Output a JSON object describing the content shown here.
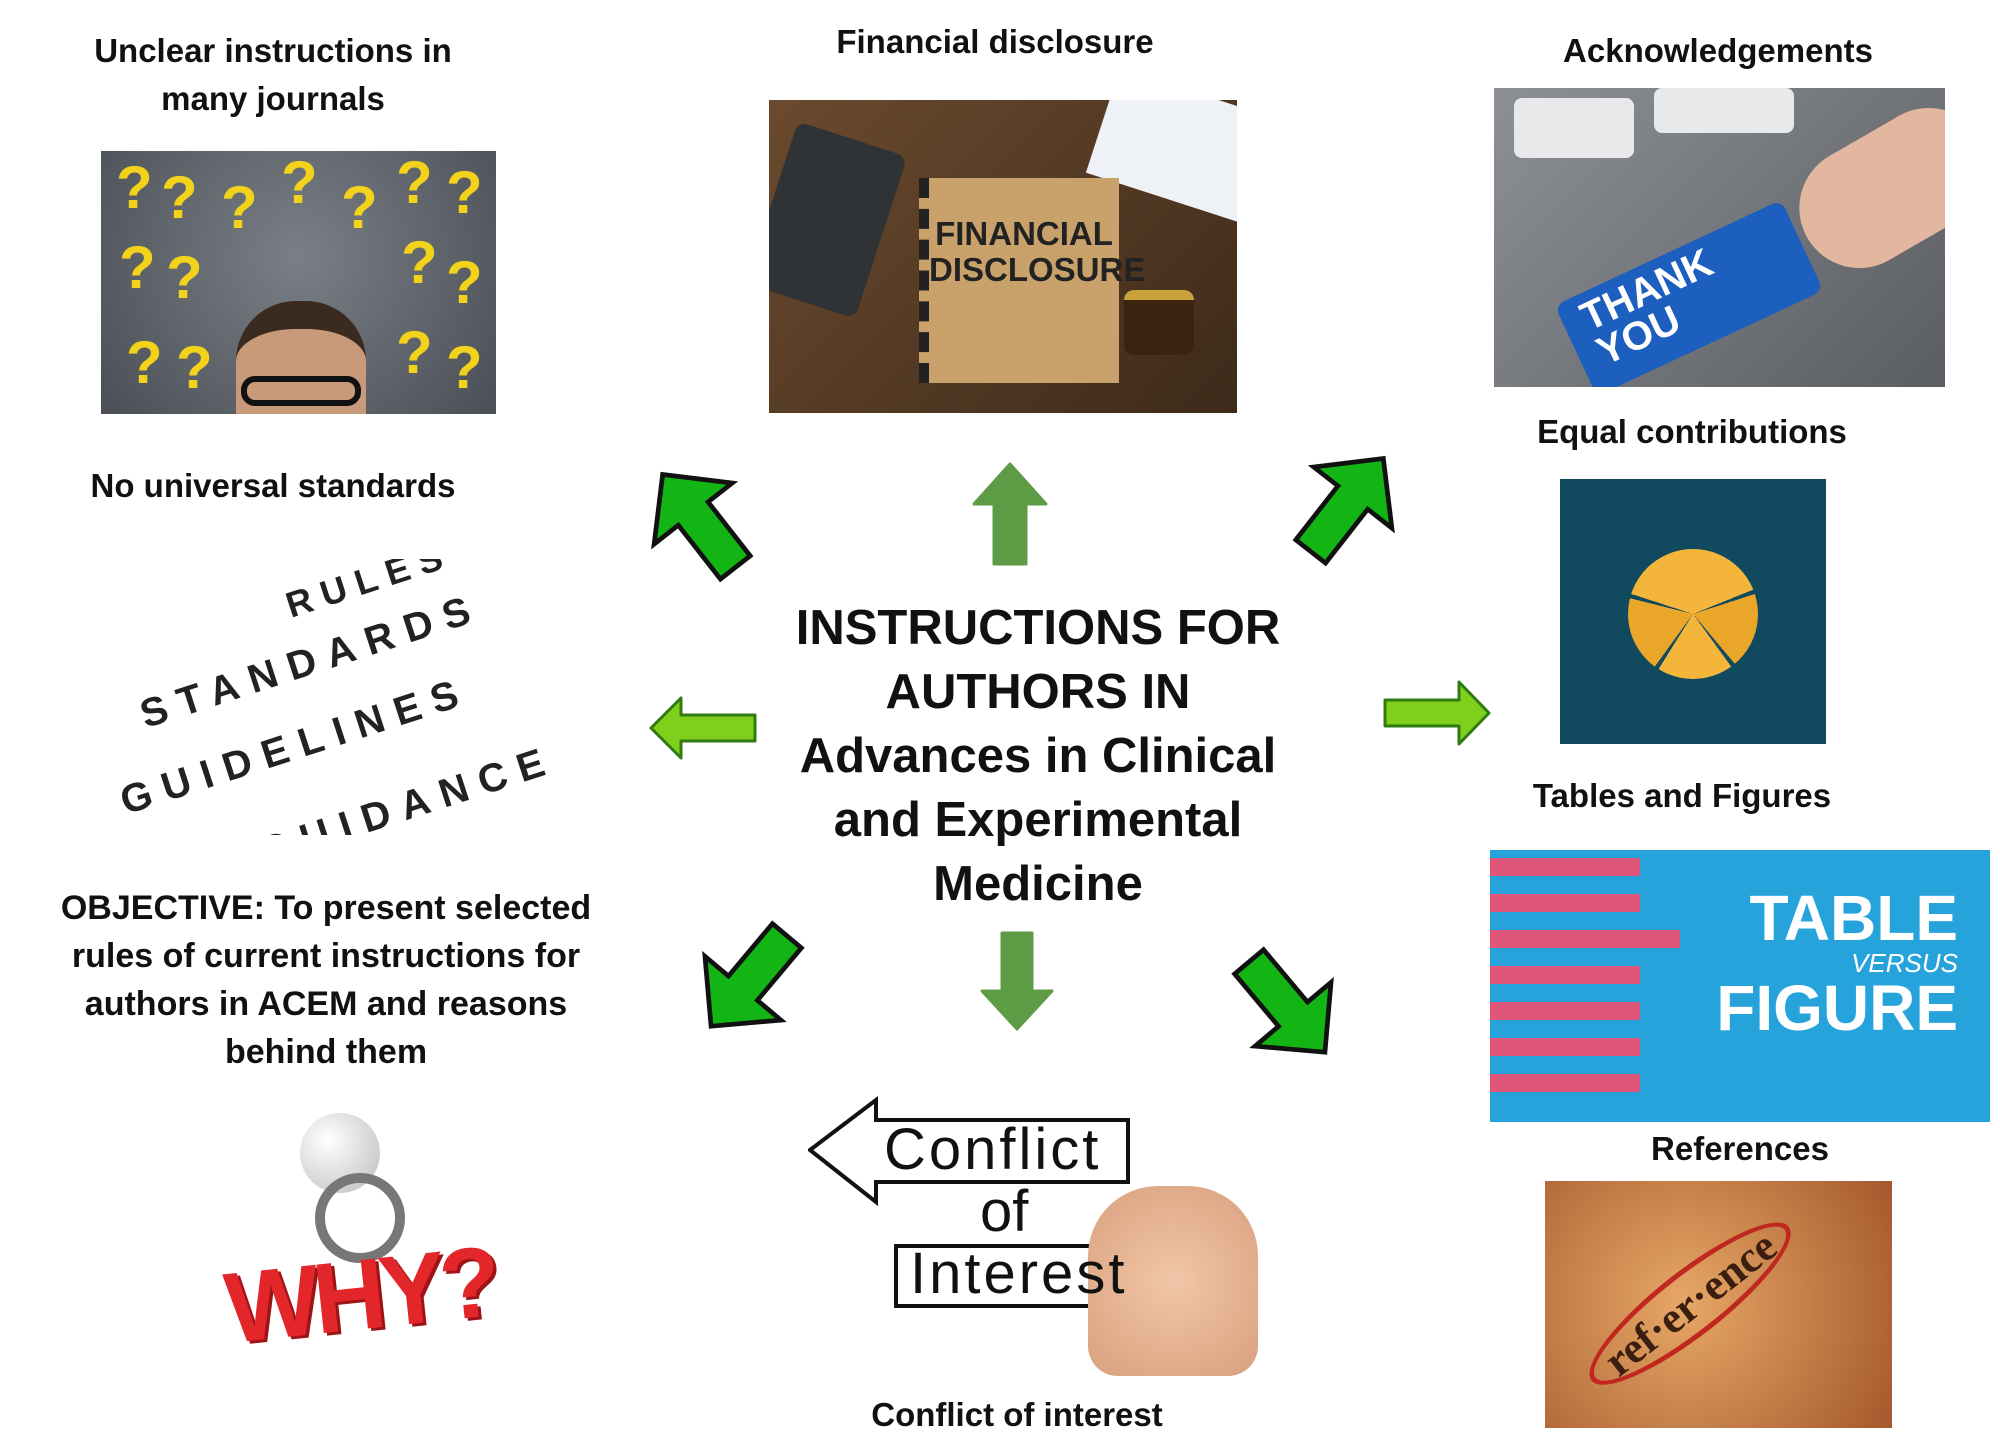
{
  "center_title": {
    "lines": [
      "INSTRUCTIONS FOR",
      "AUTHORS IN",
      "Advances in Clinical",
      "and Experimental",
      "Medicine"
    ]
  },
  "labels": {
    "unclear": [
      "Unclear instructions in",
      "many journals"
    ],
    "financial": "Financial disclosure",
    "acknowledgements": "Acknowledgements",
    "equal": "Equal contributions",
    "standards": "No universal standards",
    "tables": "Tables and Figures",
    "references": "References",
    "conflict": "Conflict of interest"
  },
  "objective": {
    "lines": [
      "OBJECTIVE: To present selected",
      "rules of current instructions for",
      "authors in ACEM and reasons",
      "behind them"
    ]
  },
  "images": {
    "financial_text": [
      "FINANCIAL",
      "DISCLOSURE"
    ],
    "thank_you": [
      "THANK",
      "YOU"
    ],
    "standards_words": [
      "RULES",
      "STANDARDS",
      "GUIDELINES",
      "GUIDANCE"
    ],
    "table_figure": [
      "TABLE",
      "VERSUS",
      "FIGURE"
    ],
    "why": "WHY?",
    "conflict_graphic": [
      "Conflict",
      "of",
      "Interest"
    ],
    "reference_word": "ref·er·ence"
  },
  "colors": {
    "diag_arrow": "#13b514",
    "vert_arrow": "#5e9b45",
    "horiz_arrow": "#7fd01c",
    "text": "#111111"
  }
}
